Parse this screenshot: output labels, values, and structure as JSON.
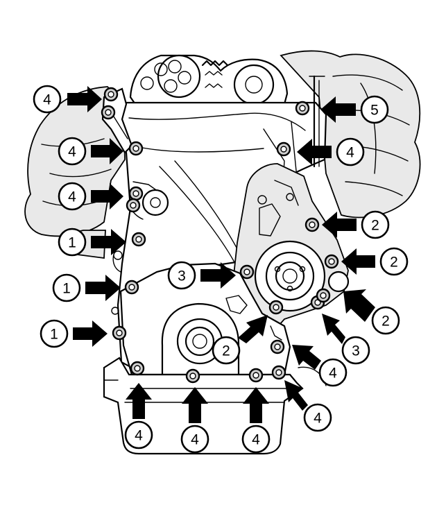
{
  "callouts": [
    {
      "label": "4",
      "target": "upper-left-bracket-bolt"
    },
    {
      "label": "4",
      "target": "left-cover-bolt-upper"
    },
    {
      "label": "4",
      "target": "left-cover-bolt-middle"
    },
    {
      "label": "1",
      "target": "left-lower-bolt-1"
    },
    {
      "label": "1",
      "target": "left-lower-bolt-2"
    },
    {
      "label": "1",
      "target": "left-lower-bolt-3"
    },
    {
      "label": "5",
      "target": "upper-right-cover-bolt"
    },
    {
      "label": "4",
      "target": "right-cover-bolt"
    },
    {
      "label": "2",
      "target": "pump-bolt-upper"
    },
    {
      "label": "2",
      "target": "pump-bolt-right"
    },
    {
      "label": "2",
      "target": "pump-bolt-lower-right"
    },
    {
      "label": "3",
      "target": "pump-bolt-lower"
    },
    {
      "label": "3",
      "target": "pump-bolt-left"
    },
    {
      "label": "2",
      "target": "pump-bolt-bottom"
    },
    {
      "label": "4",
      "target": "lower-right-bolt-1"
    },
    {
      "label": "4",
      "target": "lower-right-bolt-2"
    },
    {
      "label": "4",
      "target": "oil-pan-bolt-1"
    },
    {
      "label": "4",
      "target": "oil-pan-bolt-2"
    },
    {
      "label": "4",
      "target": "oil-pan-bolt-3"
    }
  ],
  "colors": {
    "ink": "#000000",
    "paper": "#ffffff",
    "shade": "#e9e9e9"
  }
}
